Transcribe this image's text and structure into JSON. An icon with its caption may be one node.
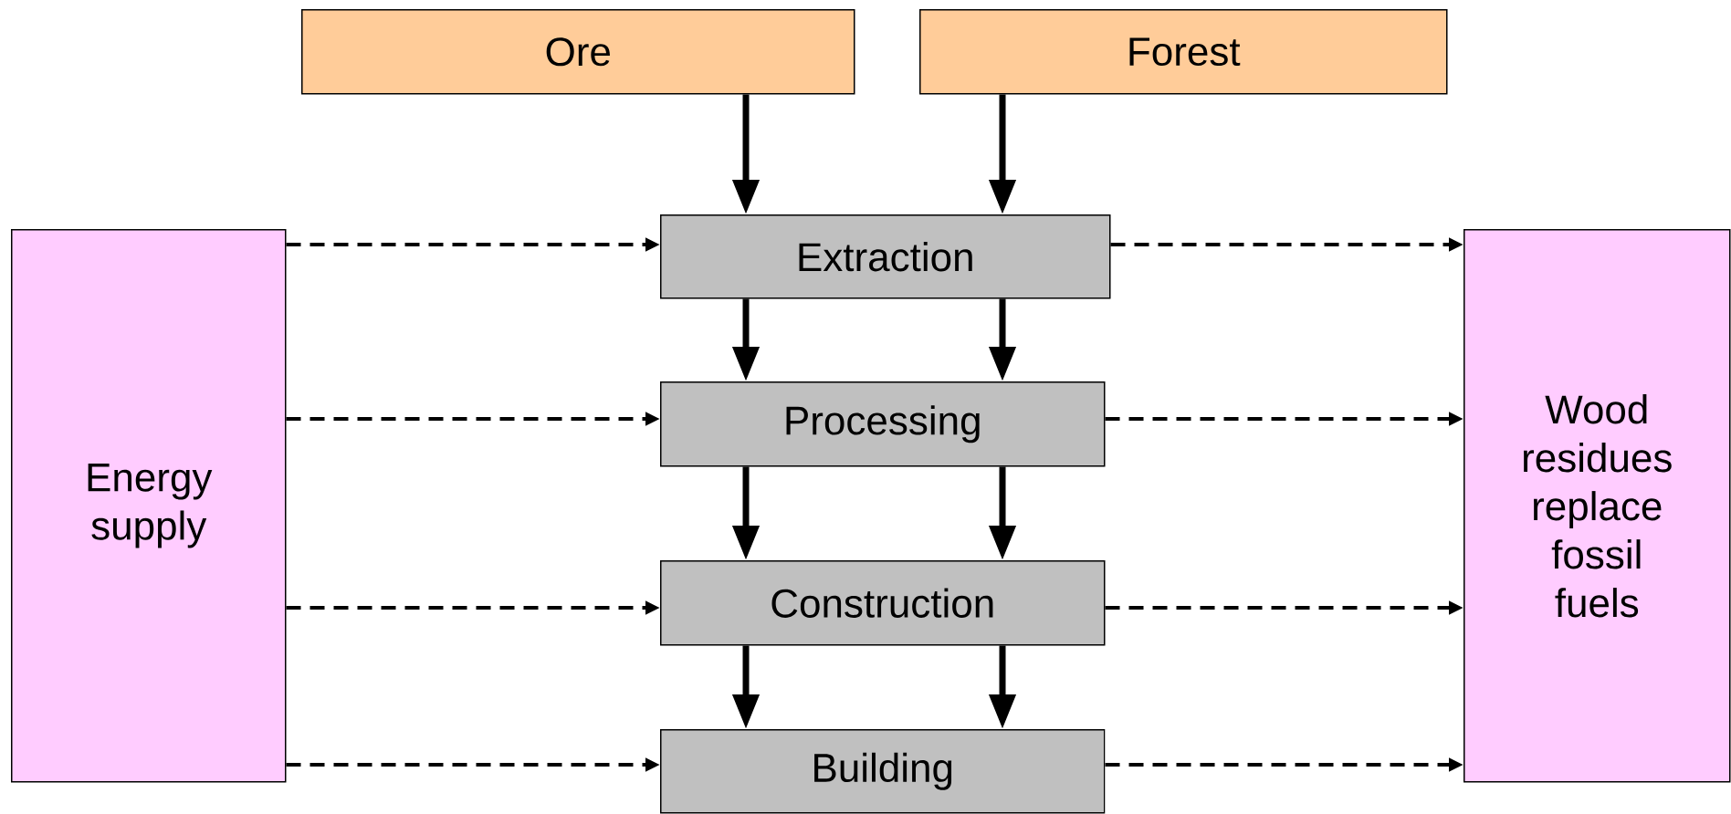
{
  "diagram": {
    "nodes": [
      {
        "text": [
          "Ore"
        ]
      },
      {
        "text": [
          "Forest"
        ]
      },
      {
        "text": [
          "Energy supply"
        ]
      },
      {
        "text": [
          "Extraction"
        ]
      },
      {
        "text": [
          "Processing"
        ]
      },
      {
        "text": [
          "Construction"
        ]
      },
      {
        "text": [
          "Building"
        ]
      },
      {
        "text": [
          "Wood residues replace fossil fuels"
        ]
      }
    ],
    "edges": [
      {
        "from": 0,
        "to": 3,
        "arrow": "to"
      },
      {
        "from": 1,
        "to": 3,
        "arrow": "to"
      },
      {
        "from": 3,
        "to": 4,
        "arrow": "to"
      },
      {
        "from": 3,
        "to": 4,
        "arrow": "to"
      },
      {
        "from": 4,
        "to": 5,
        "arrow": "to"
      },
      {
        "from": 4,
        "to": 5,
        "arrow": "to"
      },
      {
        "from": 5,
        "to": 6,
        "arrow": "to"
      },
      {
        "from": 5,
        "to": 6,
        "arrow": "to"
      },
      {
        "from": 2,
        "to": 3,
        "arrow": "to",
        "style": "dashed"
      },
      {
        "from": 2,
        "to": 4,
        "arrow": "to",
        "style": "dashed"
      },
      {
        "from": 2,
        "to": 5,
        "arrow": "to",
        "style": "dashed"
      },
      {
        "from": 2,
        "to": 6,
        "arrow": "to",
        "style": "dashed"
      },
      {
        "from": 3,
        "to": 7,
        "arrow": "to",
        "style": "dashed"
      },
      {
        "from": 4,
        "to": 7,
        "arrow": "to",
        "style": "dashed"
      },
      {
        "from": 5,
        "to": 7,
        "arrow": "to",
        "style": "dashed"
      },
      {
        "from": 6,
        "to": 7,
        "arrow": "to",
        "style": "dashed"
      }
    ]
  }
}
